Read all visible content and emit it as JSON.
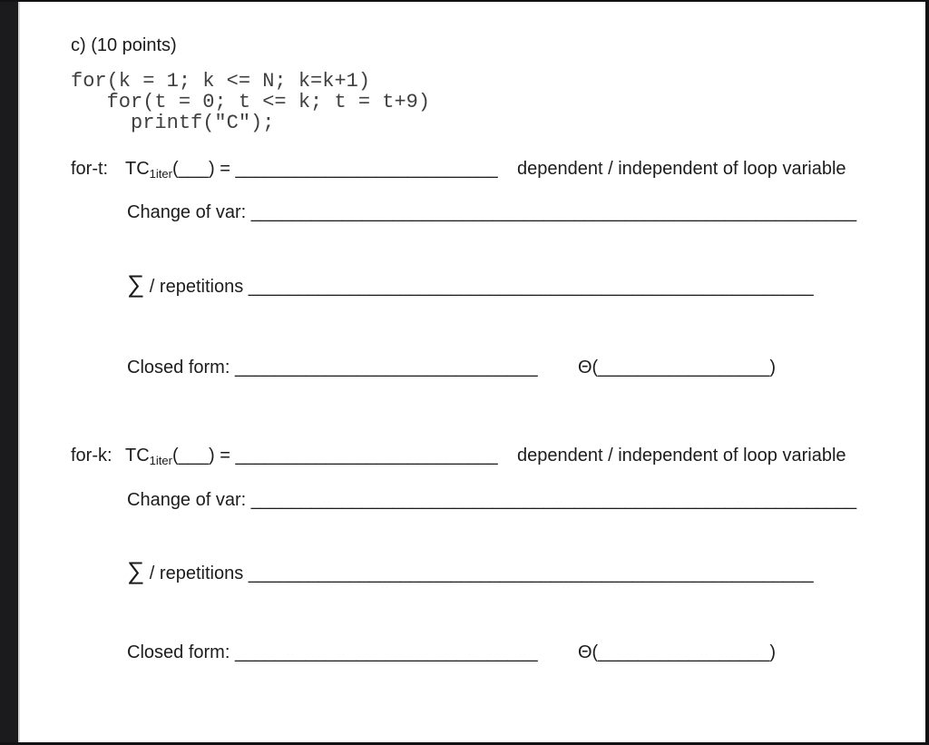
{
  "frame": {
    "left_band_color": "#1b1b1e",
    "edge_line_color": "#121214",
    "seam_color": "#d6d6d6",
    "page_color": "#ffffff",
    "text_color": "#1c1c1c",
    "code_color": "#404040"
  },
  "document": {
    "heading": "c) (10 points)",
    "code_lines": [
      "for(k = 1; k <= N; k=k+1)",
      "   for(t = 0; t <= k; t = t+9)",
      "     printf(\"C\");"
    ],
    "sections": [
      {
        "loop_label": "for-t:",
        "tc_text": "TC",
        "tc_subscript": "1iter",
        "open_paren": "(",
        "arg_blank": "___",
        "close_equals": ") = ",
        "answer_blank": "__________________________",
        "dependency_choice": "dependent / independent of loop variable",
        "change_of_var_label": "Change of var: ",
        "change_of_var_blank": "____________________________________________________________",
        "sigma_symbol": "∑",
        "repetitions_label": " / repetitions ",
        "repetitions_blank": "________________________________________________________",
        "closed_form_label": "Closed form: ",
        "closed_form_blank": "______________________________",
        "theta_open": "Θ(",
        "theta_blank": "_________________",
        "theta_close": ")"
      },
      {
        "loop_label": "for-k:",
        "tc_text": "TC",
        "tc_subscript": "1iter",
        "open_paren": "(",
        "arg_blank": "___",
        "close_equals": ") = ",
        "answer_blank": "__________________________",
        "dependency_choice": "dependent / independent of loop variable",
        "change_of_var_label": "Change of var: ",
        "change_of_var_blank": "____________________________________________________________",
        "sigma_symbol": "∑",
        "repetitions_label": " / repetitions ",
        "repetitions_blank": "________________________________________________________",
        "closed_form_label": "Closed form: ",
        "closed_form_blank": "______________________________",
        "theta_open": "Θ(",
        "theta_blank": "_________________",
        "theta_close": ")"
      }
    ]
  }
}
